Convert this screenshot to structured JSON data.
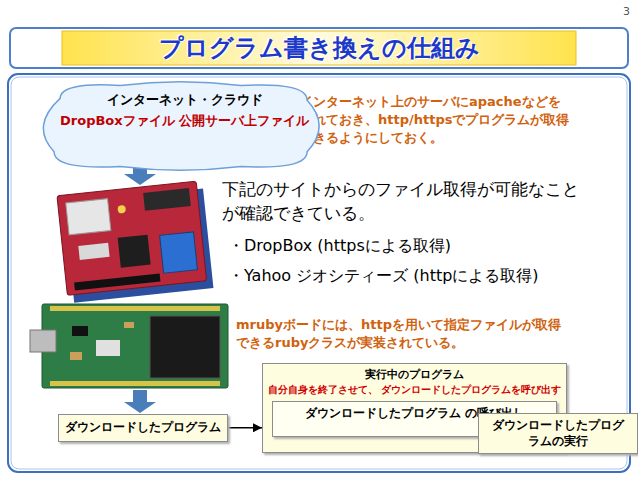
{
  "diagram": {
    "title": "プログラム書き換えの仕組み",
    "nodes": [
      {
        "text": [
          "インターネット・クラウド",
          "DropBoxファイル 公開サーバ上ファイル"
        ]
      },
      {
        "text": [
          "ダウンロードしたプログラム"
        ]
      },
      {
        "text": [
          "実行中のプログラム",
          "自分自身を終了させて、 ダウンロードしたプログラムを呼び出す"
        ]
      },
      {
        "text": [
          "ダウンロードしたプログラム の呼び出し"
        ],
        "in": 2
      },
      {
        "text": [
          "ダウンロードしたプログ ラムの実行"
        ]
      }
    ],
    "edges": [
      {
        "from": 1,
        "to": 2,
        "arrow": "to"
      },
      {
        "from": 2,
        "to": 4,
        "arrow": "to"
      }
    ],
    "labels": [
      "3",
      "インターネット上のサーバにapacheなどを 入れておき、http/httpsでプログラムが取得 できるようにしておく。",
      "下記のサイトからのファイル取得が可能なこと が確認できている。",
      "・DropBox (httpsによる取得)",
      "・Yahoo ジオシティーズ (httpによる取得)",
      "mrubyボードには、httpを用いて指定ファイルが取得 できるrubyクラスが実装されている。"
    ]
  }
}
